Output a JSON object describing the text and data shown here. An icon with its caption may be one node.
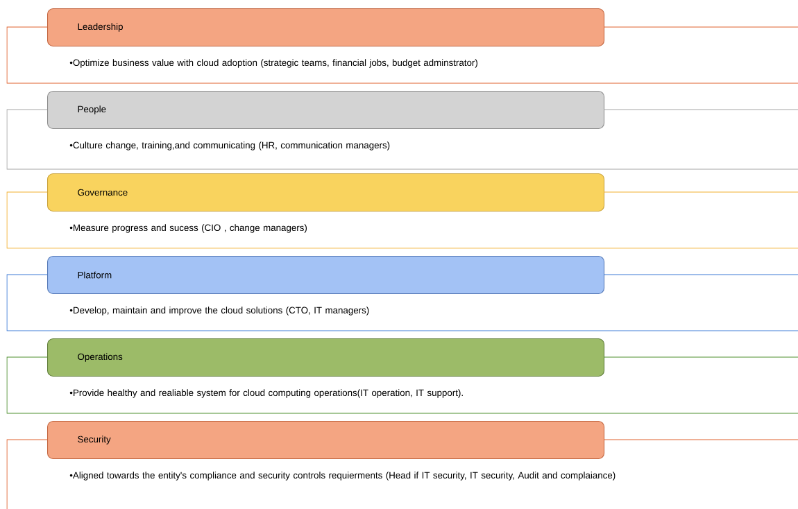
{
  "diagram": {
    "nodes": [
      {
        "text": [
          "Leadership"
        ]
      },
      {
        "text": [
          "•Optimize business value with cloud adoption (strategic teams, financial jobs, budget adminstrator)"
        ]
      },
      {
        "text": [
          "People"
        ]
      },
      {
        "text": [
          "•Culture change, training,and communicating (HR, communication managers)"
        ]
      },
      {
        "text": [
          "Governance"
        ]
      },
      {
        "text": [
          "•Measure progress and sucess (CIO , change managers)"
        ]
      },
      {
        "text": [
          "Platform"
        ]
      },
      {
        "text": [
          "•Develop, maintain and improve the cloud solutions (CTO, IT managers)"
        ]
      },
      {
        "text": [
          "Operations"
        ]
      },
      {
        "text": [
          "•Provide healthy and realiable system for cloud computing operations(IT operation, IT support)."
        ]
      },
      {
        "text": [
          "Security"
        ]
      },
      {
        "text": [
          "•Aligned towards the entity's compliance and security controls requierments (Head if IT security, IT security, Audit and complaiance)"
        ]
      }
    ]
  }
}
